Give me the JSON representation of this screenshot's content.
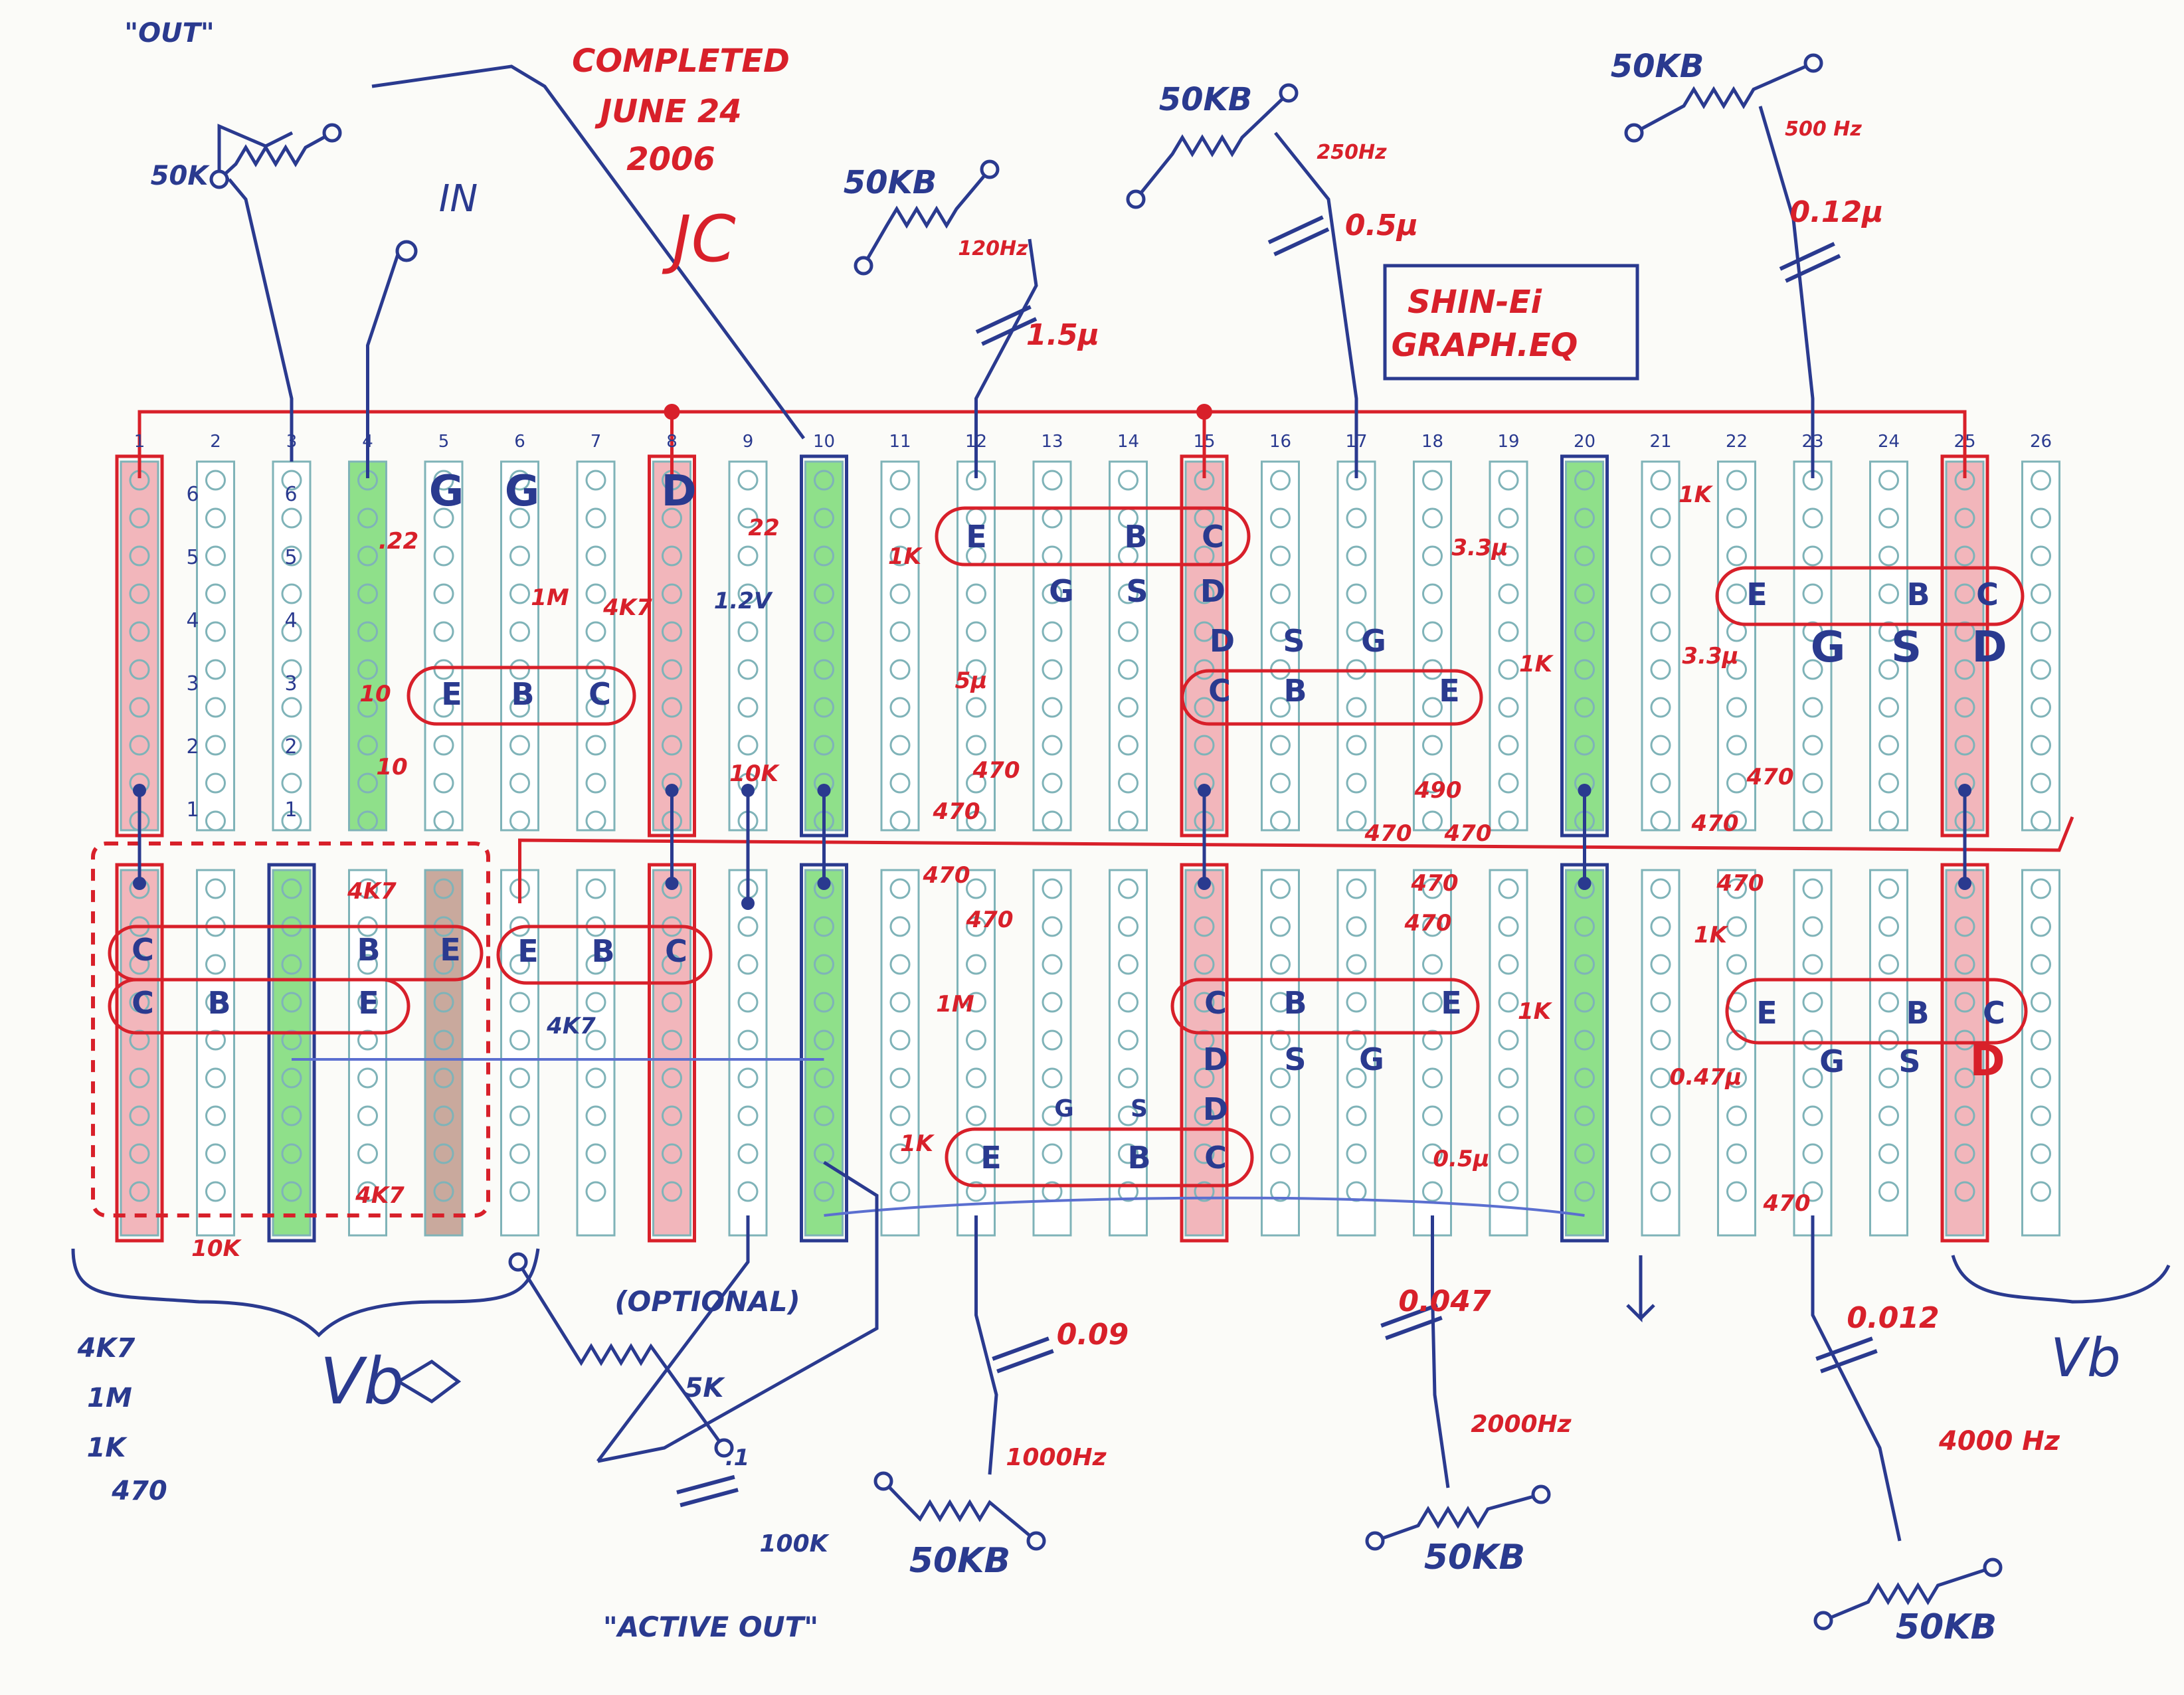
{
  "header": {
    "completed_lines": [
      "COMPLETED",
      "JUNE 24",
      "2006"
    ],
    "initials": "JC",
    "box_lines": [
      "SHIN-Ei",
      "GRAPH.EQ"
    ]
  },
  "io": {
    "out": "\"OUT\"",
    "out_pot": "50K",
    "in": "IN"
  },
  "board": {
    "column_numbers": [
      "1",
      "2",
      "3",
      "4",
      "5",
      "6",
      "7",
      "8",
      "9",
      "10",
      "11",
      "12",
      "13",
      "14",
      "15",
      "16",
      "17",
      "18",
      "19",
      "20",
      "21",
      "22",
      "23",
      "24",
      "25",
      "26"
    ],
    "row_numbers": [
      "6",
      "5",
      "4",
      "3",
      "2",
      "1"
    ]
  },
  "bands": [
    {
      "freq": "120Hz",
      "cap": "1.5µ",
      "pot": "50KB"
    },
    {
      "freq": "250Hz",
      "cap": "0.5µ",
      "pot": "50KB"
    },
    {
      "freq": "500 Hz",
      "cap": "0.12µ",
      "pot": "50KB"
    },
    {
      "freq": "1000Hz",
      "cap": "0.09",
      "pot": "50KB"
    },
    {
      "freq": "2000Hz",
      "cap": "0.047",
      "pot": "50KB"
    },
    {
      "freq": "4000 Hz",
      "cap": "0.012",
      "pot": "50KB"
    }
  ],
  "pin_labels": {
    "upper_left": [
      "G",
      "G",
      "D"
    ],
    "upper_left_trans": [
      "E",
      "B",
      "C"
    ],
    "upper_mid_trans": [
      "E",
      "B",
      "C"
    ],
    "upper_mid_fet": [
      "G",
      "S",
      "D"
    ],
    "upper_mid2": [
      "D",
      "S",
      "G"
    ],
    "upper_mid2_trans": [
      "C",
      "B",
      "E"
    ],
    "upper_right_trans": [
      "E",
      "B",
      "C"
    ],
    "upper_right_fet": [
      "G",
      "S",
      "D"
    ],
    "lower_left_t1": [
      "C",
      "B",
      "E"
    ],
    "lower_left_t2": [
      "C",
      "B",
      "E"
    ],
    "lower_left_t3": [
      "E",
      "B",
      "C"
    ],
    "lower_mid_trans": [
      "C",
      "B",
      "E"
    ],
    "lower_mid_fet": [
      "D",
      "S",
      "G"
    ],
    "lower_mid_d": "D",
    "lower_mid_gs": [
      "G",
      "S"
    ],
    "lower_mid_trans2": [
      "E",
      "B",
      "C"
    ],
    "lower_right_trans": [
      "E",
      "B",
      "C"
    ],
    "lower_right_fet": [
      "G",
      "S",
      "D"
    ]
  },
  "component_values": {
    "c22a": ".22",
    "r1m": "1M",
    "r4k7a": "4K7",
    "c10a": "10",
    "c10b": "10",
    "plus": "+",
    "v12": "1.2V",
    "c22b": "22",
    "r10ka": "10K",
    "r1ka": "1K",
    "c5u": "5µ",
    "r470a": "470",
    "r470b": "470",
    "r470c": "470",
    "r490": "490",
    "r470d": "470",
    "r470e": "470",
    "r1kb": "1K",
    "c33a": "3.3µ",
    "r1kc": "1K",
    "c33b": "3.3µ",
    "r470f": "470",
    "r470g": "470",
    "r4k7b": "4K7",
    "r4k7c": "4K7",
    "r470h": "470",
    "r1md": "1M",
    "r1kd": "1K",
    "r470i": "470",
    "r1ke": "1K",
    "r1kf": "1K",
    "c047": "0.47µ",
    "c05b": "0.5µ",
    "r470j": "470",
    "r10kb": "10K",
    "r4k7d": "4K7",
    "r470k": "470",
    "r470l": "470"
  },
  "bottom": {
    "vb_left": "Vb",
    "vb_right": "Vb",
    "optional": "(OPTIONAL)",
    "pot5k": "5K",
    "cap01": ".1",
    "r100k": "100K",
    "active_out": "\"ACTIVE OUT\"",
    "legend": [
      "4K7",
      "1M",
      "1K",
      "470"
    ]
  },
  "colors": {
    "ink_blue": "#2a3a8f",
    "ink_red": "#d8202a",
    "strip": "#7fb3b8",
    "strip_red": "#f2b6bb",
    "strip_green": "#8fe08a",
    "strip_brown": "#c9a99d"
  }
}
